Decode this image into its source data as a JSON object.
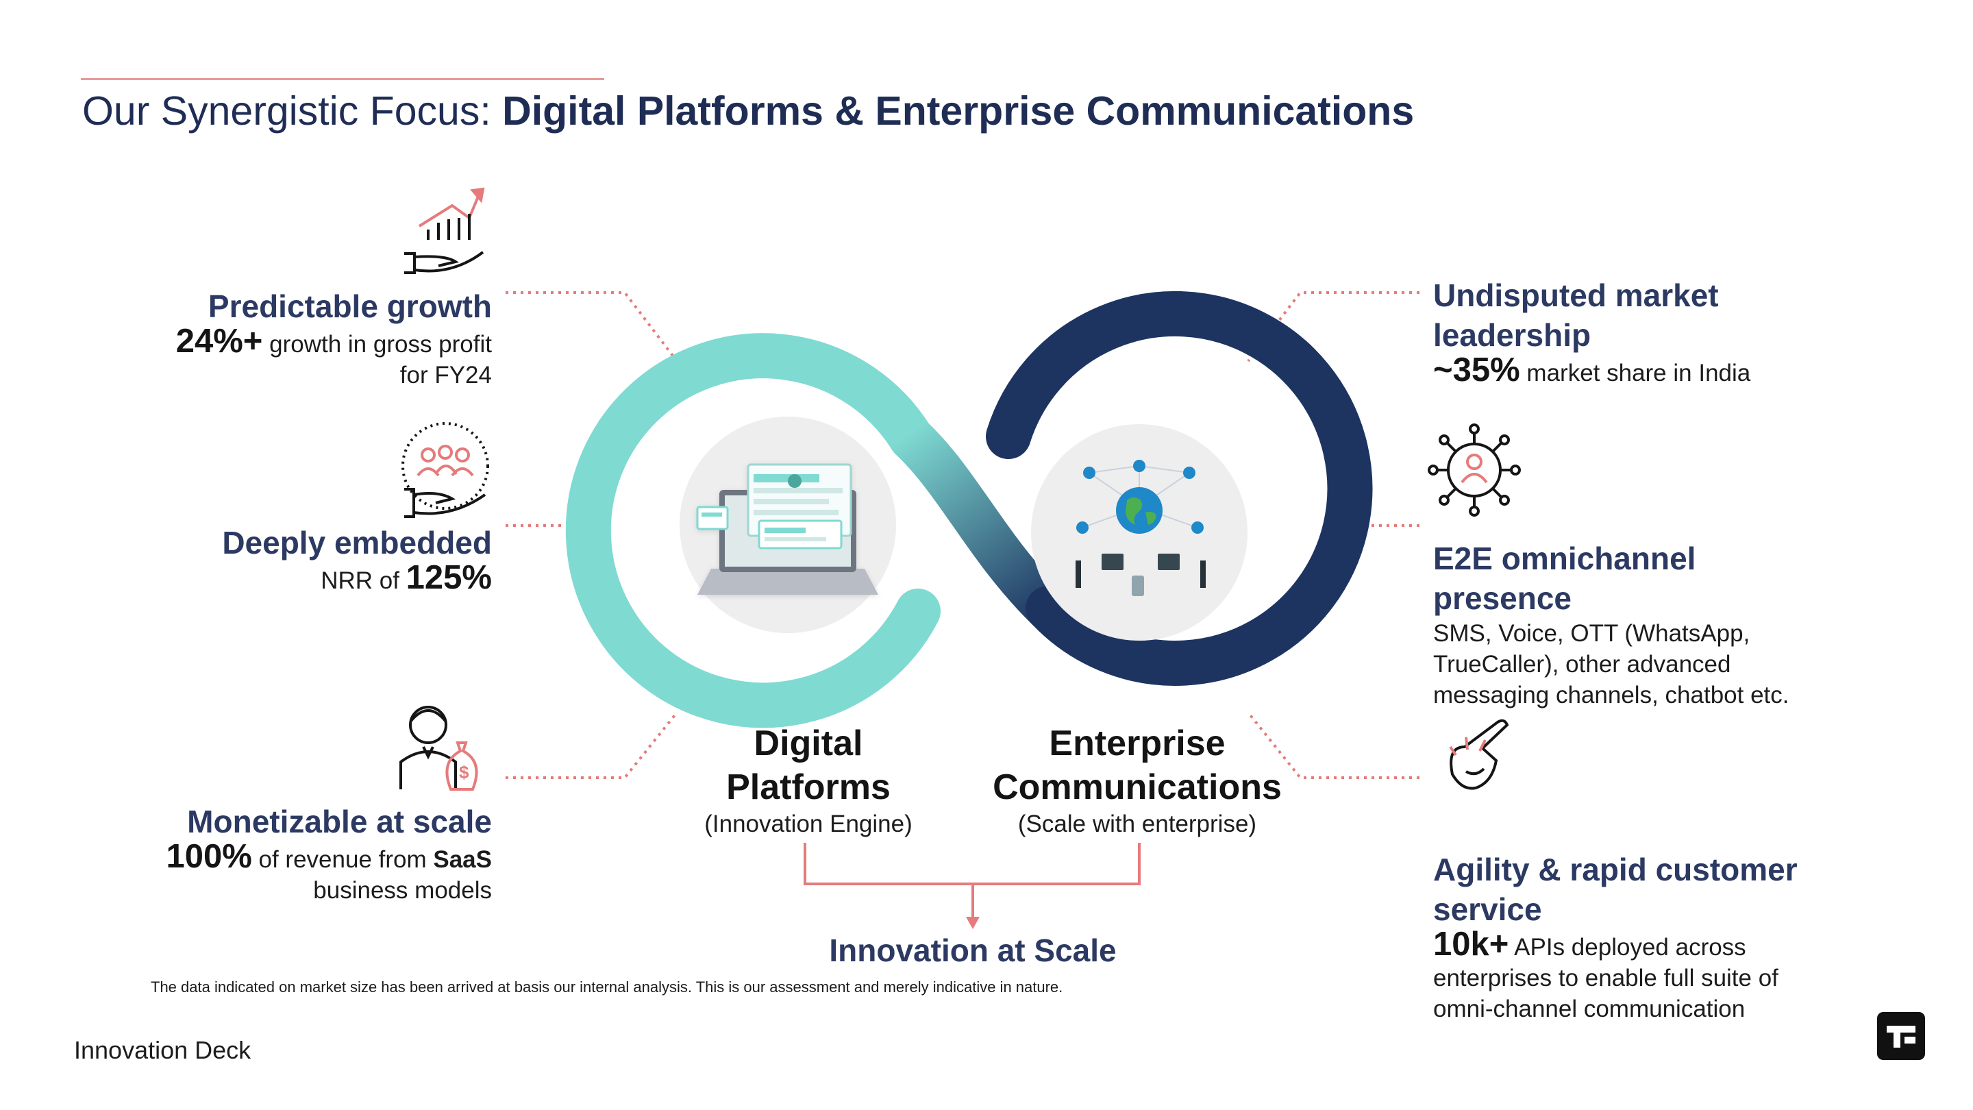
{
  "title": {
    "light": "Our Synergistic Focus: ",
    "bold": "Digital Platforms & Enterprise Communications"
  },
  "left": [
    {
      "title": "Predictable growth",
      "highlight": "24%+",
      "text_after": " growth in gross profit",
      "text_line2": "for FY24",
      "icon": "growth-chart-hand-icon"
    },
    {
      "title": "Deeply embedded",
      "text_before": "NRR of ",
      "highlight": "125%",
      "icon": "people-in-hand-icon"
    },
    {
      "title": "Monetizable at scale",
      "highlight": "100%",
      "text_after": " of revenue from ",
      "bold_word": "SaaS",
      "text_line2": "business models",
      "icon": "businessman-money-bag-icon"
    }
  ],
  "right": [
    {
      "title_line1": "Undisputed market",
      "title_line2": "leadership",
      "highlight": "~35%",
      "text_after": " market share in India",
      "icon": ""
    },
    {
      "title_line1": "E2E omnichannel",
      "title_line2": "presence",
      "text_line1": "SMS, Voice, OTT (WhatsApp,",
      "text_line2": "TrueCaller), other advanced",
      "text_line3": "messaging channels, chatbot etc.",
      "icon": "network-person-hub-icon"
    },
    {
      "title_line1": "Agility & rapid customer",
      "title_line2": "service",
      "highlight": "10k+",
      "text_after": " APIs deployed across",
      "text_line2": "enterprises to enable full suite of",
      "text_line3": "omni-channel communication",
      "icon": "finger-snap-icon"
    }
  ],
  "center": {
    "dp_line1": "Digital",
    "dp_line2": "Platforms",
    "dp_sub": "(Innovation Engine)",
    "ec_line1": "Enterprise",
    "ec_line2": "Communications",
    "ec_sub": "(Scale with enterprise)",
    "outcome": "Innovation at Scale",
    "colors": {
      "teal": "#7fdad2",
      "navy": "#1d3461",
      "accent": "#e57b7b"
    }
  },
  "note": "The data indicated on market size has been arrived at basis our internal analysis. This is our assessment and merely indicative in nature.",
  "footer": "Innovation Deck"
}
